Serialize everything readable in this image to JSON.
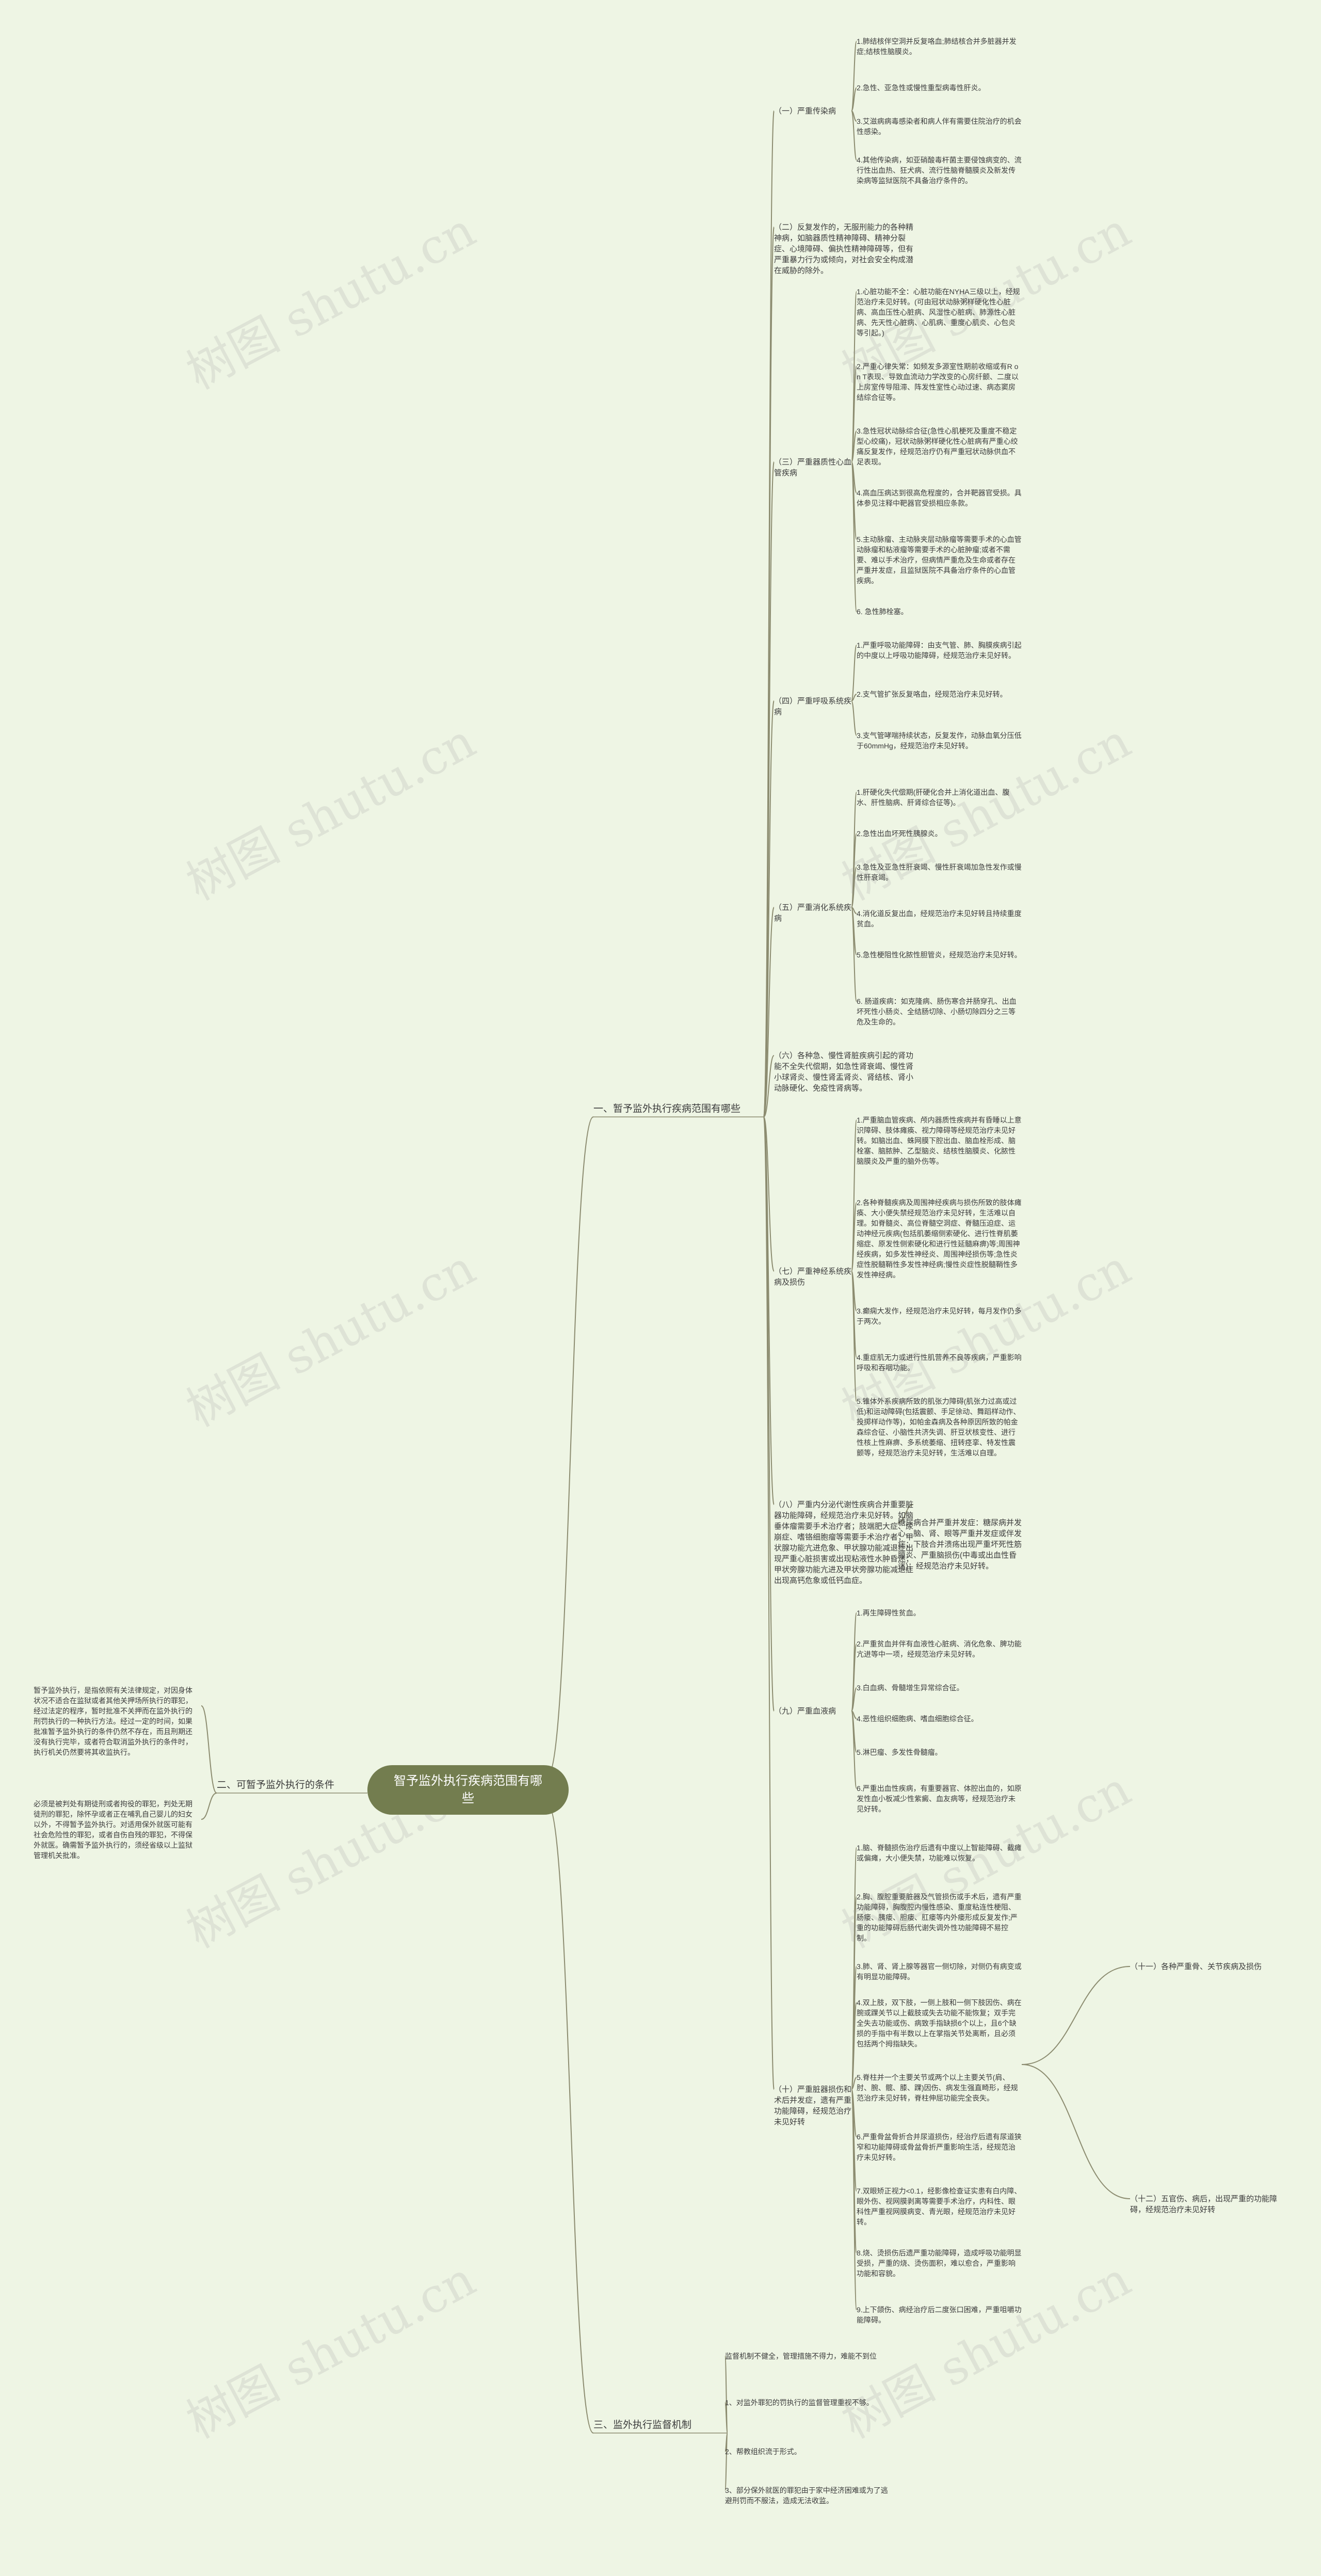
{
  "root": "智予监外执行疾病范围有哪些",
  "watermark": "树图 shutu.cn",
  "colors": {
    "background": "#eef5e4",
    "root_fill": "#737d4f",
    "line": "#8c8c70"
  },
  "branches": [
    {
      "label": "一、暂予监外执行疾病范围有哪些",
      "categories": [
        {
          "label": "（一）严重传染病",
          "items": [
            "1.肺结核伴空洞并反复咯血;肺结核合并多脏器并发症;结核性脑膜炎。",
            "2.急性、亚急性或慢性重型病毒性肝炎。",
            "3.艾滋病病毒感染者和病人伴有需要住院治疗的机会性感染。",
            "4.其他传染病，如亚硝酸毒杆菌主要侵蚀病变的、流行性出血热、狂犬病、流行性脑脊髓膜炎及新发传染病等监狱医院不具备治疗条件的。"
          ]
        },
        {
          "label": "（二）反复发作的，无服刑能力的各种精神病，如脑器质性精神障碍、精神分裂症、心境障碍、偏执性精神障碍等，但有严重暴力行为或倾向，对社会安全构成潜在威胁的除外。",
          "items": []
        },
        {
          "label": "（三）严重器质性心血管疾病",
          "items": [
            "1.心脏功能不全：心脏功能在NYHA三级以上，经规范治疗未见好转。(可由冠状动脉粥样硬化性心脏病、高血压性心脏病、风湿性心脏病、肺源性心脏病、先天性心脏病、心肌病、重度心肌炎、心包炎等引起。)",
            "2.严重心律失常：如频发多源室性期前收缩或有R on T表现、导致血流动力学改变的心房纤颤、二度以上房室传导阻滞、阵发性室性心动过速、病态窦房结综合征等。",
            "3.急性冠状动脉综合征(急性心肌梗死及重度不稳定型心绞痛)，冠状动脉粥样硬化性心脏病有严重心绞痛反复发作，经规范治疗仍有严重冠状动脉供血不足表现。",
            "4.高血压病达到很高危程度的，合并靶器官受损。具体参见注释中靶器官受损相应条款。",
            "5.主动脉瘤、主动脉夹层动脉瘤等需要手术的心血管动脉瘤和粘液瘤等需要手术的心脏肿瘤;或者不需要、难以手术治疗，但病情严重危及生命或者存在严重并发症，且监狱医院不具备治疗条件的心血管疾病。",
            "6. 急性肺栓塞。"
          ]
        },
        {
          "label": "（四）严重呼吸系统疾病",
          "items": [
            "1.严重呼吸功能障碍：由支气管、肺、胸膜疾病引起的中度以上呼吸功能障碍，经规范治疗未见好转。",
            "2.支气管扩张反复咯血，经规范治疗未见好转。",
            "3.支气管哮喘持续状态，反复发作，动脉血氧分压低于60mmHg，经规范治疗未见好转。"
          ]
        },
        {
          "label": "（五）严重消化系统疾病",
          "items": [
            "1.肝硬化失代偿期(肝硬化合并上消化道出血、腹水、肝性脑病、肝肾综合征等)。",
            "2.急性出血坏死性胰腺炎。",
            "3.急性及亚急性肝衰竭、慢性肝衰竭加急性发作或慢性肝衰竭。",
            "4.消化道反复出血，经规范治疗未见好转且持续重度贫血。",
            "5.急性梗阻性化脓性胆管炎，经规范治疗未见好转。",
            "6. 肠道疾病：如克隆病、肠伤寒合并肠穿孔、出血坏死性小肠炎、全结肠切除、小肠切除四分之三等危及生命的。"
          ]
        },
        {
          "label": "（六）各种急、慢性肾脏疾病引起的肾功能不全失代偿期，如急性肾衰竭、慢性肾小球肾炎、慢性肾盂肾炎、肾结核、肾小动脉硬化、免疫性肾病等。",
          "items": []
        },
        {
          "label": "（七）严重神经系统疾病及损伤",
          "items": [
            "1.严重脑血管疾病、颅内器质性疾病并有昏睡以上意识障碍、肢体瘫痪、视力障碍等经规范治疗未见好转。如脑出血、蛛网膜下腔出血、脑血栓形成、脑栓塞、脑脓肿、乙型脑炎、结核性脑膜炎、化脓性脑膜炎及严重的脑外伤等。",
            "2.各种脊髓疾病及周围神经疾病与损伤所致的肢体瘫痪、大小便失禁经规范治疗未见好转，生活难以自理。如脊髓炎、高位脊髓空洞症、脊髓压迫症、运动神经元疾病(包括肌萎缩侧索硬化、进行性脊肌萎缩症、原发性侧索硬化和进行性延髓麻痹)等;周围神经疾病，如多发性神经炎、周围神经损伤等;急性炎症性脱髓鞘性多发性神经病;慢性炎症性脱髓鞘性多发性神经病。",
            "3.癫痫大发作，经规范治疗未见好转，每月发作仍多于两次。",
            "4.重症肌无力或进行性肌营养不良等疾病，严重影响呼吸和吞咽功能。",
            "5.锥体外系疾病所致的肌张力障碍(肌张力过高或过低)和运动障碍(包括震颤、手足徐动、舞蹈样动作、投掷样动作等)，如帕金森病及各种原因所致的帕金森综合征、小脑性共济失调、肝豆状核变性、进行性核上性麻痹、多系统萎缩、扭转痉挛、特发性震颤等，经规范治疗未见好转，生活难以自理。"
          ]
        },
        {
          "label": "（八）严重内分泌代谢性疾病合并重要脏器功能障碍，经规范治疗未见好转。如脑垂体瘤需要手术治疗者；肢端肥大症、尿崩症、嗜铬细胞瘤等需要手术治疗者；甲状腺功能亢进危象、甲状腺功能减退症出现严重心脏损害或出现粘液性水肿昏迷；甲状旁腺功能亢进及甲状旁腺功能减退症出现高钙危象或低钙血症。",
          "side": "糖尿病合并严重并发症：糖尿病并发心、脑、肾、眼等严重并发症或伴发症；下肢合并溃疡出现严重坏死性筋膜炎、严重脑损伤(中毒或出血性昏迷)；经规范治疗未见好转。",
          "items": []
        },
        {
          "label": "（九）严重血液病",
          "items": [
            "1.再生障碍性贫血。",
            "2.严重贫血并伴有血液性心脏病、消化危象、脾功能亢进等中一项，经规范治疗未见好转。",
            "3.白血病、骨髓增生异常综合征。",
            "4.恶性组织细胞病、嗜血细胞综合征。",
            "5.淋巴瘤、多发性骨髓瘤。",
            "6.严重出血性疾病，有重要器官、体腔出血的，如原发性血小板减少性紫癜、血友病等，经规范治疗未见好转。"
          ]
        },
        {
          "label": "（十）严重脏器损伤和术后并发症，遗有严重功能障碍，经规范治疗未见好转",
          "items": [
            "1.脑、脊髓损伤治疗后遗有中度以上智能障碍、截瘫或偏瘫，大小便失禁，功能难以恢复。",
            "2.胸、腹腔重要脏器及气管损伤或手术后，遗有严重功能障碍，胸腹腔内慢性感染、重度粘连性梗阻、肠瘘、胰瘘、胆瘘、肛瘘等内外瘘形成反复发作;严重的功能障碍后肠代谢失调外性功能障碍不易控制。",
            "3.肺、肾、肾上腺等器官一侧切除，对侧仍有病变或有明显功能障碍。",
            "4.双上肢，双下肢，一侧上肢和一侧下肢因伤、病在腕或踝关节以上截肢或失去功能不能恢复；双手完全失去功能或伤、病致手指缺损6个以上，且6个缺损的手指中有半数以上在掌指关节处离断，且必须包括两个拇指缺失。",
            "5.脊柱并一个主要关节或两个以上主要关节(肩、肘、腕、髋、膝、踝)因伤、病发生强直畸形，经规范治疗未见好转，脊柱伸屈功能完全丧失。",
            "6.严重骨盆骨折合并尿道损伤，经治疗后遗有尿道狭窄和功能障碍或骨盆骨折严重影响生活，经规范治疗未见好转。",
            "7.双眼矫正视力<0.1，经影像检查证实患有白内障、眼外伤、视网膜剥离等需要手术治疗，内科性、眼科性严重视网膜病变、青光眼，经规范治疗未见好转。",
            "8.烧、烫损伤后遗严重功能障碍，造成呼吸功能明显受损，严重的烧、烫伤面积，难以愈合，严重影响功能和容貌。",
            "9.上下颌伤、病经治疗后二度张口困难，严重咀嚼功能障碍。"
          ]
        }
      ],
      "extra": [
        {
          "label": "（十一）各种严重骨、关节疾病及损伤"
        },
        {
          "label": "（十二）五官伤、病后，出现严重的功能障碍，经规范治疗未见好转"
        }
      ]
    },
    {
      "label": "二、可暂予监外执行的条件",
      "texts": [
        "暂予监外执行，是指依照有关法律规定，对因身体状况不适合在监狱或者其他关押场所执行的罪犯，经过法定的程序，暂时批准不关押而在监外执行的刑罚执行的一种执行方法。经过一定的时间，如果批准暂予监外执行的条件仍然不存在，而且刑期还没有执行完毕，或者符合取消监外执行的条件时，执行机关仍然要将其收监执行。",
        "必须是被判处有期徒刑或者拘役的罪犯，判处无期徒刑的罪犯，除怀孕或者正在哺乳自己婴儿的妇女以外，不得暂予监外执行。对适用保外就医可能有社会危险性的罪犯，或者自伤自残的罪犯，不得保外就医。确需暂予监外执行的，须经省级以上监狱管理机关批准。"
      ]
    },
    {
      "label": "三、监外执行监督机制",
      "texts": [
        "监督机制不健全，管理措施不得力，难能不到位",
        "1、对监外罪犯的罚执行的监督管理重视不够。",
        "2、帮教组织流于形式。",
        "3、部分保外就医的罪犯由于家中经济困难或为了逃避刑罚而不服法，造成无法收监。"
      ]
    }
  ]
}
